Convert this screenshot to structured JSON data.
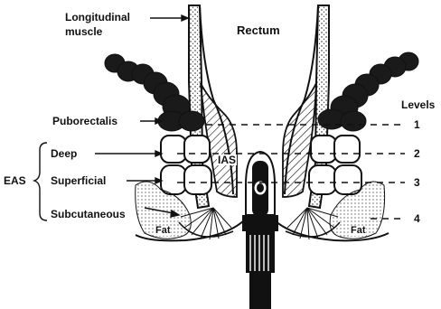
{
  "labels": {
    "longitudinal_line1": "Longitudinal",
    "longitudinal_line2": "muscle",
    "rectum": "Rectum",
    "levels": "Levels",
    "puborectalis": "Puborectalis",
    "deep": "Deep",
    "eas": "EAS",
    "superficial": "Superficial",
    "subcutaneous": "Subcutaneous",
    "ias": "IAS",
    "fat_left": "Fat",
    "fat_right": "Fat"
  },
  "level_numbers": [
    "1",
    "2",
    "3",
    "4"
  ],
  "colors": {
    "ink": "#111111",
    "background": "#ffffff",
    "muscle_dark": "#1a1a1a"
  }
}
